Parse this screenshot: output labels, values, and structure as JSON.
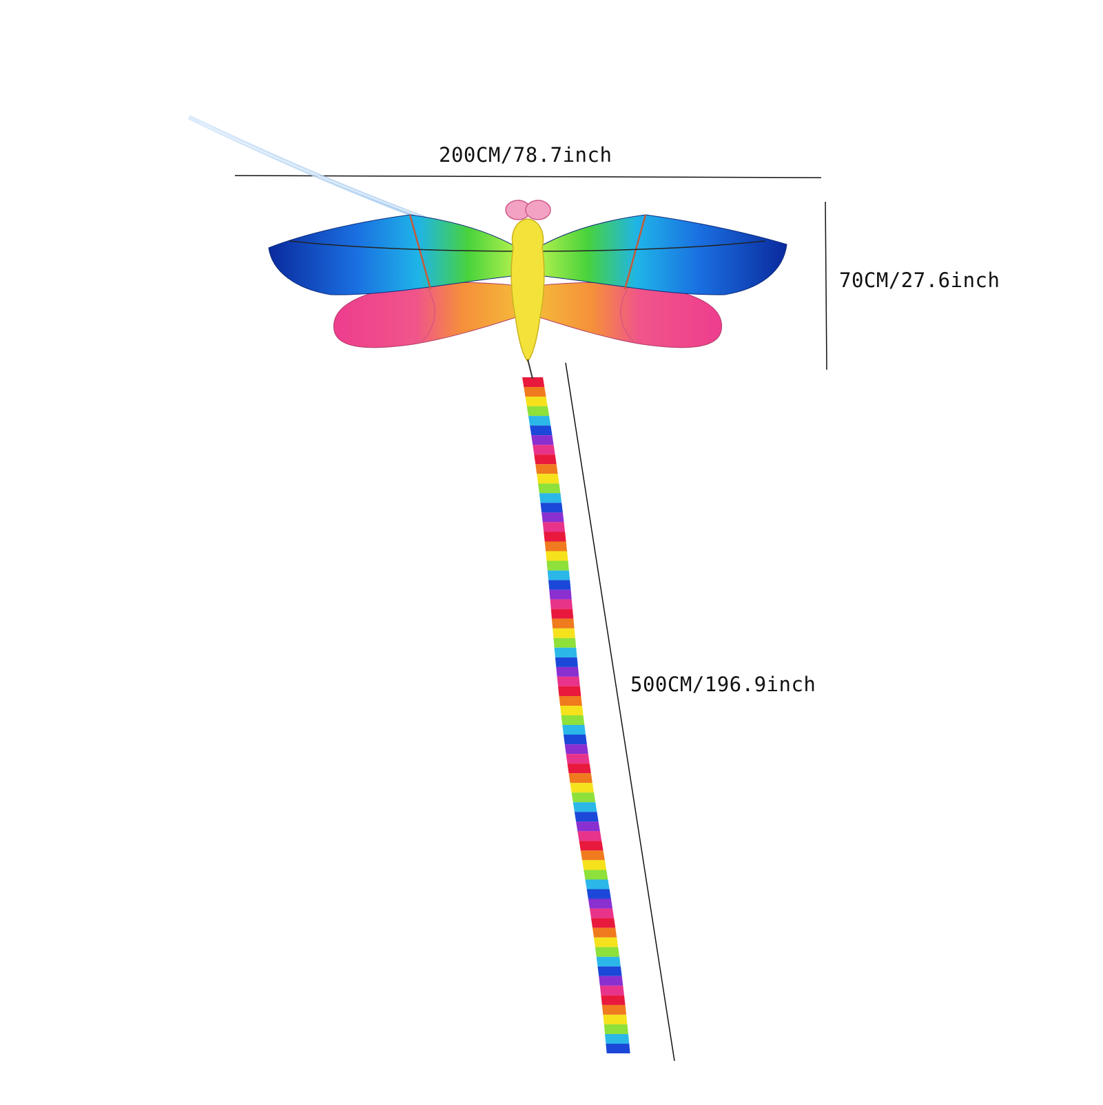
{
  "dimensions": {
    "width_label": "200CM/78.7inch",
    "height_label": "70CM/27.6inch",
    "tail_label": "500CM/196.9inch"
  },
  "colors": {
    "rainbow": [
      "#e8193c",
      "#f07a1e",
      "#f5e21c",
      "#8ee03a",
      "#2bb7e8",
      "#1b48d8",
      "#8a2fd0",
      "#e8338a"
    ],
    "wing_dark_blue": "#0f2fa8",
    "wing_blue": "#1a6fe0",
    "wing_cyan": "#1fb4e8",
    "wing_green": "#49d23c",
    "wing_light_green": "#aef04a",
    "wing_pink": "#ee3d8e",
    "wing_orange": "#f58a2a",
    "body_yellow": "#f3e23a",
    "line_blue": "#a9cdf2"
  }
}
